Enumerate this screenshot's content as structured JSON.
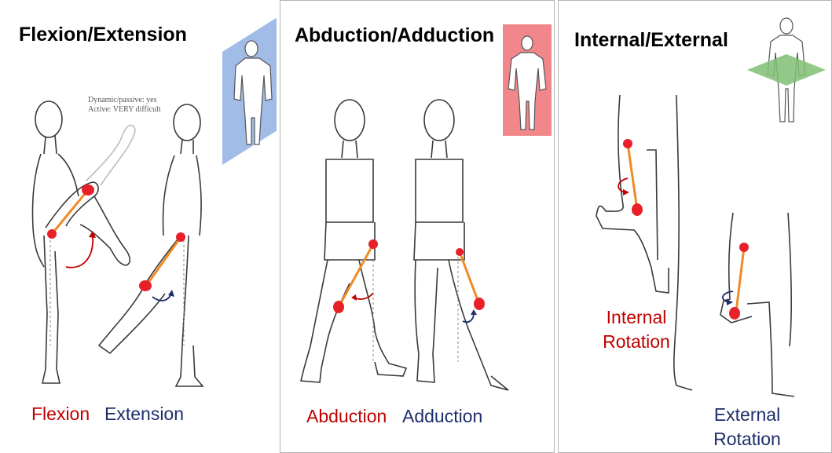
{
  "panels": [
    {
      "title": "Flexion/Extension",
      "note_line1": "Dynamic/passive: yes",
      "note_line2": "Active: VERY difficult",
      "label_left": "Flexion",
      "label_right": "Extension",
      "plane": "sagittal",
      "plane_color": "#8fb0e3"
    },
    {
      "title": "Abduction/Adduction",
      "label_left": "Abduction",
      "label_right": "Adduction",
      "plane": "frontal",
      "plane_color": "#f07a7e"
    },
    {
      "title": "Internal/External",
      "label_left_line1": "Internal",
      "label_left_line2": "Rotation",
      "label_right_line1": "External",
      "label_right_line2": "Rotation",
      "plane": "transverse",
      "plane_color": "#7fbf73"
    }
  ],
  "colors": {
    "joint_marker": "#e8202a",
    "femur_line": "#f08a24",
    "flexion_red": "#c00000",
    "extension_blue": "#1f2e6b",
    "outline": "#3a3a3a"
  },
  "icons": [
    "sagittal-plane-icon",
    "frontal-plane-icon",
    "transverse-plane-icon",
    "rotation-arrow-icon",
    "joint-marker-icon"
  ]
}
